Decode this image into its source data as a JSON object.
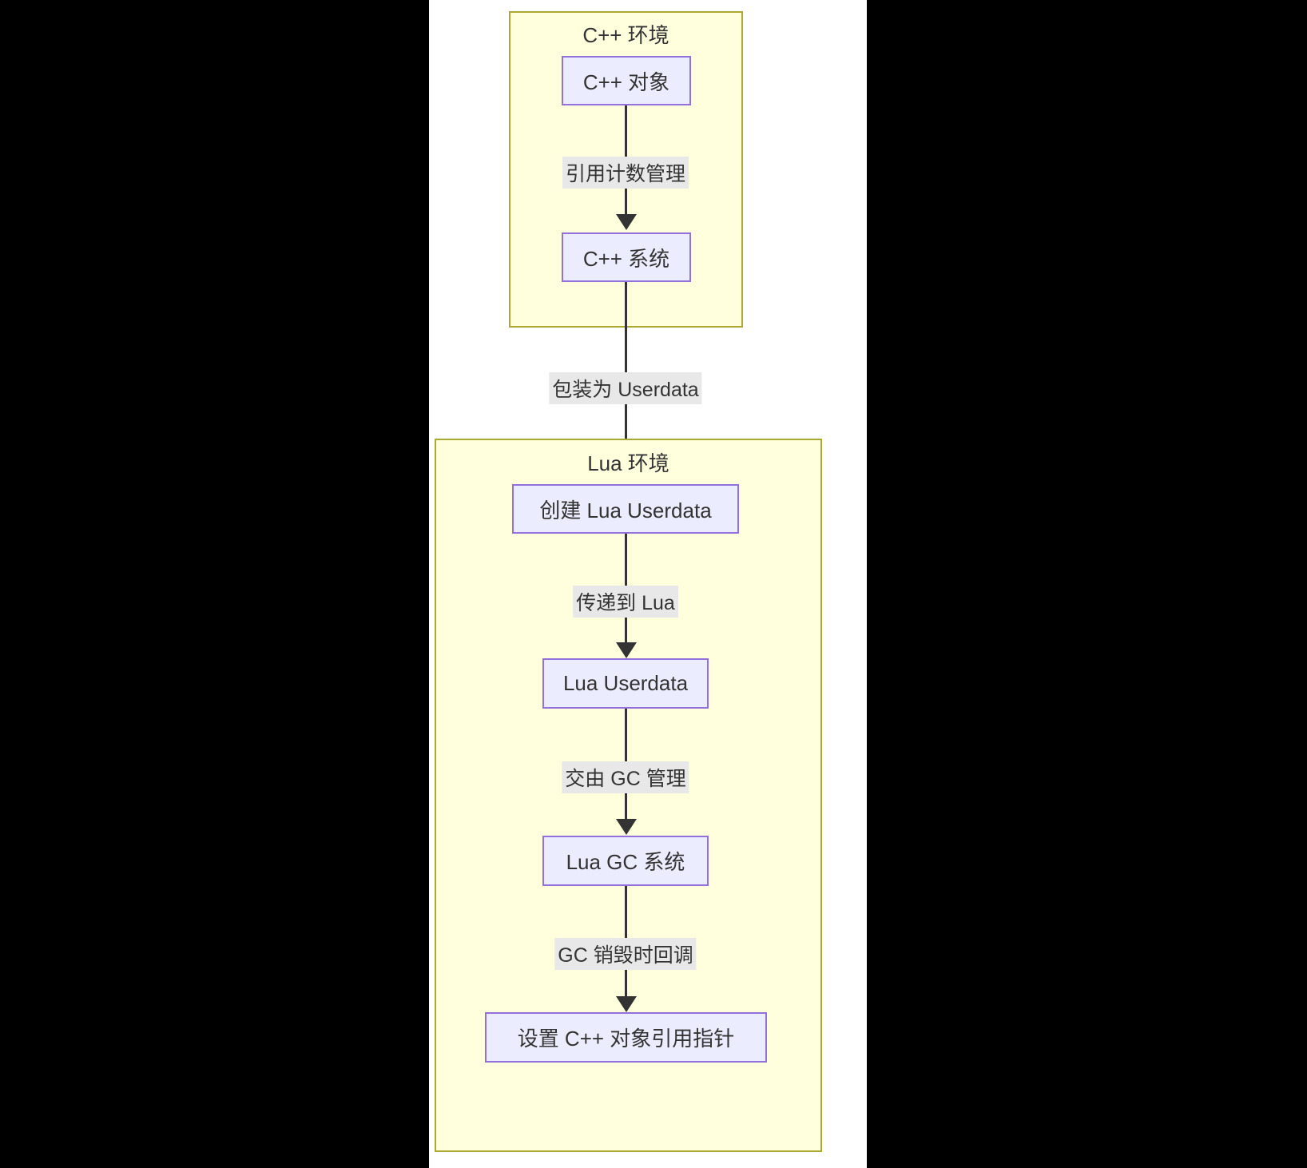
{
  "diagram": {
    "type": "flowchart",
    "direction": "top-to-bottom",
    "subgraphs": [
      {
        "id": "cpp-env",
        "title": "C++ 环境"
      },
      {
        "id": "lua-env",
        "title": "Lua 环境"
      }
    ],
    "nodes": [
      {
        "id": "cpp-object",
        "label": "C++ 对象",
        "group": "cpp-env"
      },
      {
        "id": "cpp-system",
        "label": "C++ 系统",
        "group": "cpp-env"
      },
      {
        "id": "create-lua-userdata",
        "label": "创建 Lua Userdata",
        "group": "lua-env"
      },
      {
        "id": "lua-userdata",
        "label": "Lua Userdata",
        "group": "lua-env"
      },
      {
        "id": "lua-gc-system",
        "label": "Lua GC 系统",
        "group": "lua-env"
      },
      {
        "id": "set-cpp-ref-pointer",
        "label": "设置 C++ 对象引用指针",
        "group": "lua-env"
      }
    ],
    "edges": [
      {
        "from": "cpp-object",
        "to": "cpp-system",
        "label": "引用计数管理"
      },
      {
        "from": "cpp-system",
        "to": "create-lua-userdata",
        "label": "包装为 Userdata"
      },
      {
        "from": "create-lua-userdata",
        "to": "lua-userdata",
        "label": "传递到 Lua"
      },
      {
        "from": "lua-userdata",
        "to": "lua-gc-system",
        "label": "交由 GC 管理"
      },
      {
        "from": "lua-gc-system",
        "to": "set-cpp-ref-pointer",
        "label": "GC 销毁时回调"
      }
    ],
    "colors": {
      "subgraph_fill": "#ffffde",
      "subgraph_border": "#aaaa33",
      "node_fill": "#ececff",
      "node_border": "#9370db",
      "edge_stroke": "#333333",
      "edge_label_bg": "#e8e8e8",
      "text": "#333333",
      "page_bg": "#ffffff",
      "canvas_bg": "#000000"
    }
  }
}
